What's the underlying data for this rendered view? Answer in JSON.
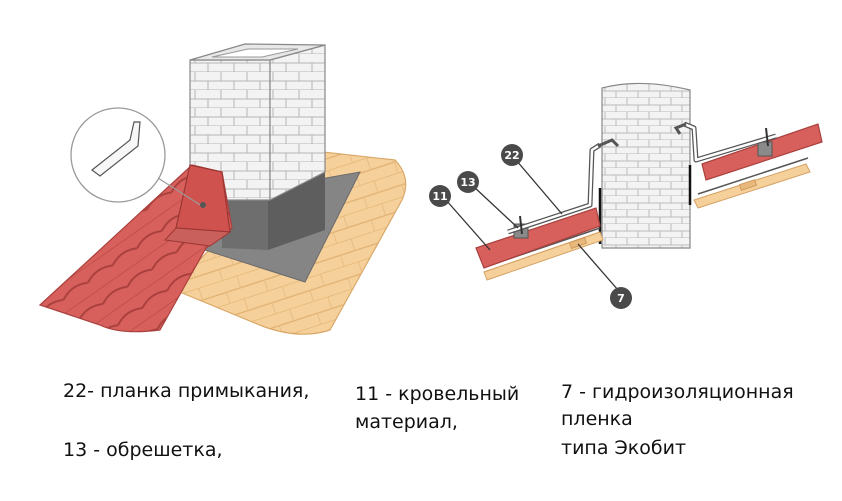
{
  "callouts": {
    "n11": "11",
    "n13": "13",
    "n22": "22",
    "n7": "7"
  },
  "captions": {
    "item22": "22- планка примыкания,",
    "item13": "13 - обрешетка,",
    "item11_line1": "11 - кровельный",
    "item11_line2": "материал,",
    "item7_line1": "7 - гидроизоляционная",
    "item7_line2": "пленка",
    "item7_line3": "типа Экобит"
  },
  "colors": {
    "roof_red": "#d8605c",
    "wood": "#f6d09a",
    "brick_bg": "#f3f3f3",
    "membrane": "#7d7d7d",
    "callout_fill": "#4a4a4a"
  }
}
